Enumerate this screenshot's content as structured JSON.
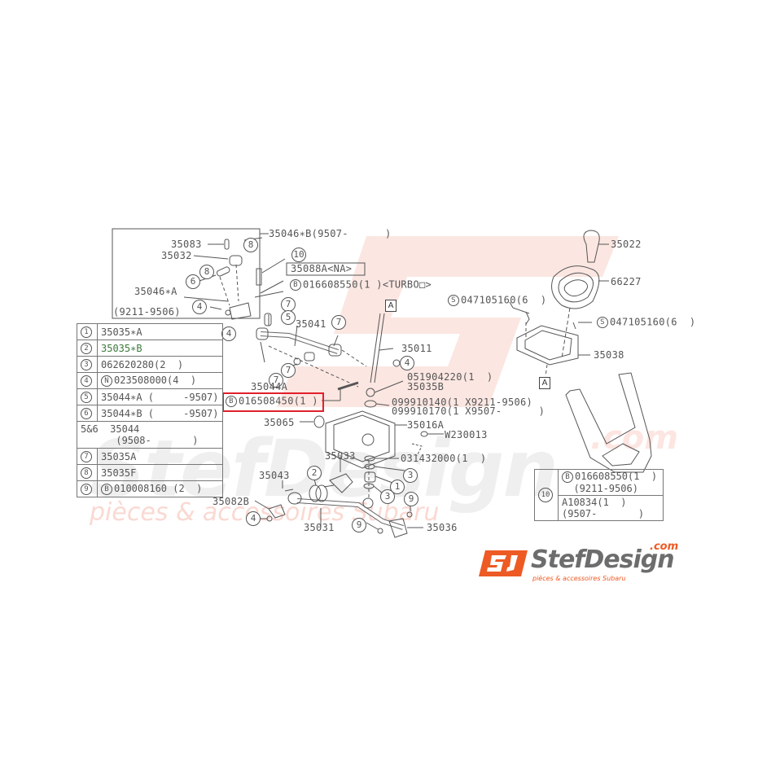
{
  "diagram": {
    "title": "Subaru manual transmission gear shift lever assembly (parts diagram)",
    "watermark": {
      "big_text": "StefDesign",
      "com_text": ".com",
      "tagline": "pièces & accessoires Subaru",
      "color": "#f5c9c2"
    },
    "top_group": {
      "header": "35046∗B(9507-      )",
      "date_range": "(9211-9506)",
      "labels": [
        {
          "id": "35083",
          "text": "35083"
        },
        {
          "id": "35032",
          "text": "35032"
        },
        {
          "id": "35046A",
          "text": "35046∗A"
        }
      ]
    },
    "callouts": {
      "c35088A": "35088A<NA>",
      "c016608550_turbo": "016608550(1 )<TURBO□>",
      "c35041": "35041",
      "c35011": "35011",
      "c35044A": "35044A",
      "c016508450": "016508450(1 )",
      "c051904220": "051904220(1  )",
      "c35035B": "35035B",
      "c099910140": "099910140(1 X9211-9506)",
      "c099910170": "099910170(1 X9507-      )",
      "c35065": "35065",
      "c35016A": "35016A",
      "cW230013": "W230013",
      "c031432000": "031432000(1  )",
      "c35033": "35033",
      "c35043": "35043",
      "c35082B": "35082B",
      "c35031": "35031",
      "c35036": "35036",
      "c35022": "35022",
      "c66227": "66227",
      "c047105160_a": "047105160(6  )",
      "c047105160_b": "047105160(6  )",
      "c35038": "35038",
      "boxA": "A"
    },
    "prefixes": {
      "B": "B",
      "N": "N",
      "S": "S"
    },
    "highlighted_part": "016508450(1 )",
    "highlight_color": "#e0202a",
    "legend_left": {
      "rows": [
        {
          "key": "1",
          "text": "35035∗A"
        },
        {
          "key": "2",
          "text": "35035∗B"
        },
        {
          "key": "3",
          "text": "062620280(2  )"
        },
        {
          "key": "4",
          "prefix": "N",
          "text": "023508000(4  )"
        },
        {
          "key": "5",
          "text": "35044∗A (     -9507)"
        },
        {
          "key": "6",
          "text": "35044∗B (     -9507)"
        },
        {
          "key": "5&6",
          "text": "35044",
          "sub": "(9508-       )"
        },
        {
          "key": "7",
          "text": "35035A"
        },
        {
          "key": "8",
          "text": "35035F"
        },
        {
          "key": "9",
          "prefix": "B",
          "text": "010008160 (2  )"
        }
      ]
    },
    "legend_right": {
      "key": "10",
      "rows": [
        {
          "prefix": "B",
          "text": "016608550(1  )",
          "sub": "(9211-9506)"
        },
        {
          "text": "A10834(1  )",
          "sub": "(9507-       )"
        }
      ]
    },
    "logo": {
      "mark": "SJ",
      "name": "StefDesign",
      "domain": ".com",
      "tagline": "pièces & accessoires Subaru",
      "accent": "#ee5a24",
      "grey": "#6d6d6d"
    }
  }
}
